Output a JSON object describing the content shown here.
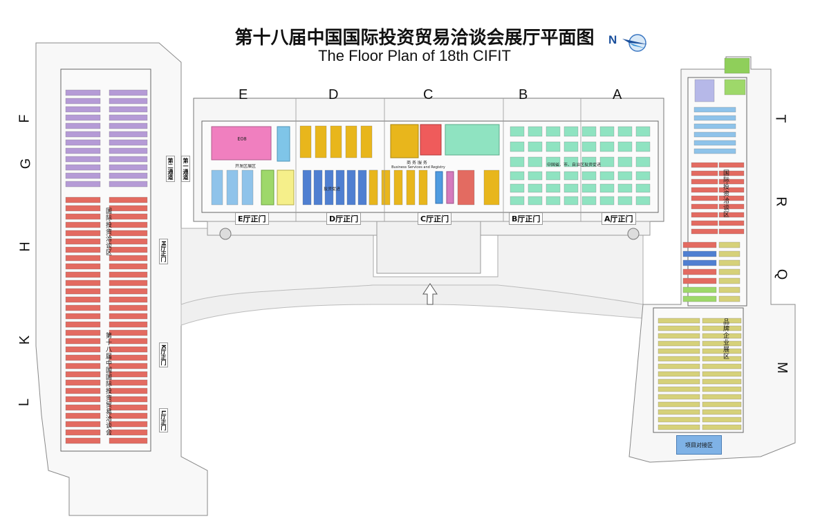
{
  "title": {
    "zh": "第十八届中国国际投资贸易洽谈会展厅平面图",
    "en": "The Floor Plan of 18th CIFIT"
  },
  "compass": {
    "label": "N",
    "color": "#1a4f9c"
  },
  "halls": {
    "top": [
      "E",
      "D",
      "C",
      "B",
      "A"
    ],
    "left": [
      "F",
      "G",
      "H",
      "K",
      "L"
    ],
    "right": [
      "T",
      "R",
      "Q",
      "M"
    ]
  },
  "entrances": {
    "e": "E厅正门",
    "d": "D厅正门",
    "c": "C厅正门",
    "b": "B厅正门",
    "a": "A厅正门",
    "h": "H厅正门",
    "k": "K厅正门",
    "l": "L厅正门",
    "connector1": "第一通道",
    "connector2": "第二通道"
  },
  "zones": {
    "c_center": "商    务    服    务",
    "c_center_en": "Business  Services  and  Registry",
    "e_label": "E08",
    "d_label": "投资促进",
    "b_label": "中国省、市、自治区投资促进",
    "e_sub": "开发区展区",
    "project": "项目对接区",
    "left_vertical_1": "第十八届中国国际投资贸易洽谈会",
    "left_vertical_2": "国际投资洽谈区",
    "right_vertical_1": "国际投资洽谈区",
    "right_vertical_2": "品牌企业展区"
  },
  "colors": {
    "purple": "#b59bd6",
    "red": "#e36b61",
    "blue": "#4f7fd1",
    "yellow": "#e8b61c",
    "mint": "#8fe3c1",
    "pink": "#f07fbf",
    "khaki": "#d6d17a",
    "lightblue": "#8fc3ea",
    "green": "#9ed86a",
    "lightyellow": "#f5ef8a"
  }
}
